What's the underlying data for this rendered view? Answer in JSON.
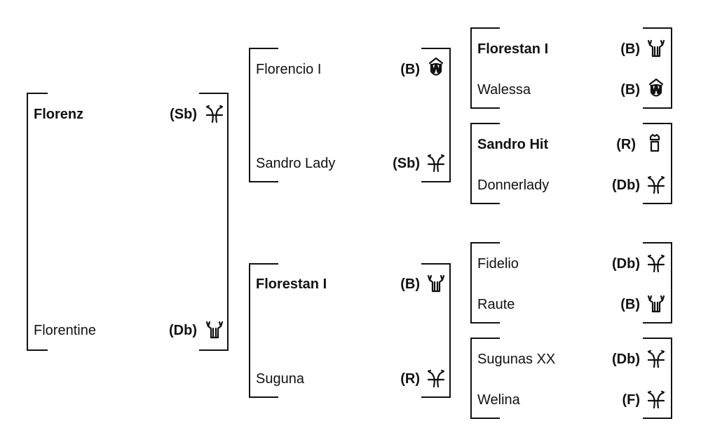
{
  "pedigree": {
    "subject": {
      "name": "Florenz",
      "code": "(Sb)",
      "brand": "hanoverian-brand"
    },
    "dam": {
      "name": "Florentine",
      "code": "(Db)",
      "brand": "westphalian-brand"
    },
    "sire_line": {
      "sire": {
        "name": "Florencio I",
        "code": "(B)",
        "brand": "wuerttemberg-brand"
      },
      "dam": {
        "name": "Sandro Lady",
        "code": "(Sb)",
        "brand": "hanoverian-brand"
      },
      "sire_sire": {
        "name": "Florestan I",
        "code": "(B)",
        "brand": "westphalian-brand"
      },
      "sire_dam": {
        "name": "Walessa",
        "code": "(B)",
        "brand": "wuerttemberg-brand"
      },
      "dam_sire": {
        "name": "Sandro Hit",
        "code": "(R)",
        "brand": "oldenburg-brand"
      },
      "dam_dam": {
        "name": "Donnerlady",
        "code": "(Db)",
        "brand": "hanoverian-brand"
      }
    },
    "dam_line": {
      "sire": {
        "name": "Florestan I",
        "code": "(B)",
        "brand": "westphalian-brand"
      },
      "dam": {
        "name": "Suguna",
        "code": "(R)",
        "brand": "hanoverian-brand"
      },
      "sire_sire": {
        "name": "Fidelio",
        "code": "(Db)",
        "brand": "hanoverian-brand"
      },
      "sire_dam": {
        "name": "Raute",
        "code": "(B)",
        "brand": "westphalian-brand"
      },
      "dam_sire": {
        "name": "Sugunas XX",
        "code": "(Db)",
        "brand": "hanoverian-brand"
      },
      "dam_dam": {
        "name": "Welina",
        "code": "(F)",
        "brand": "hanoverian-brand"
      }
    }
  }
}
